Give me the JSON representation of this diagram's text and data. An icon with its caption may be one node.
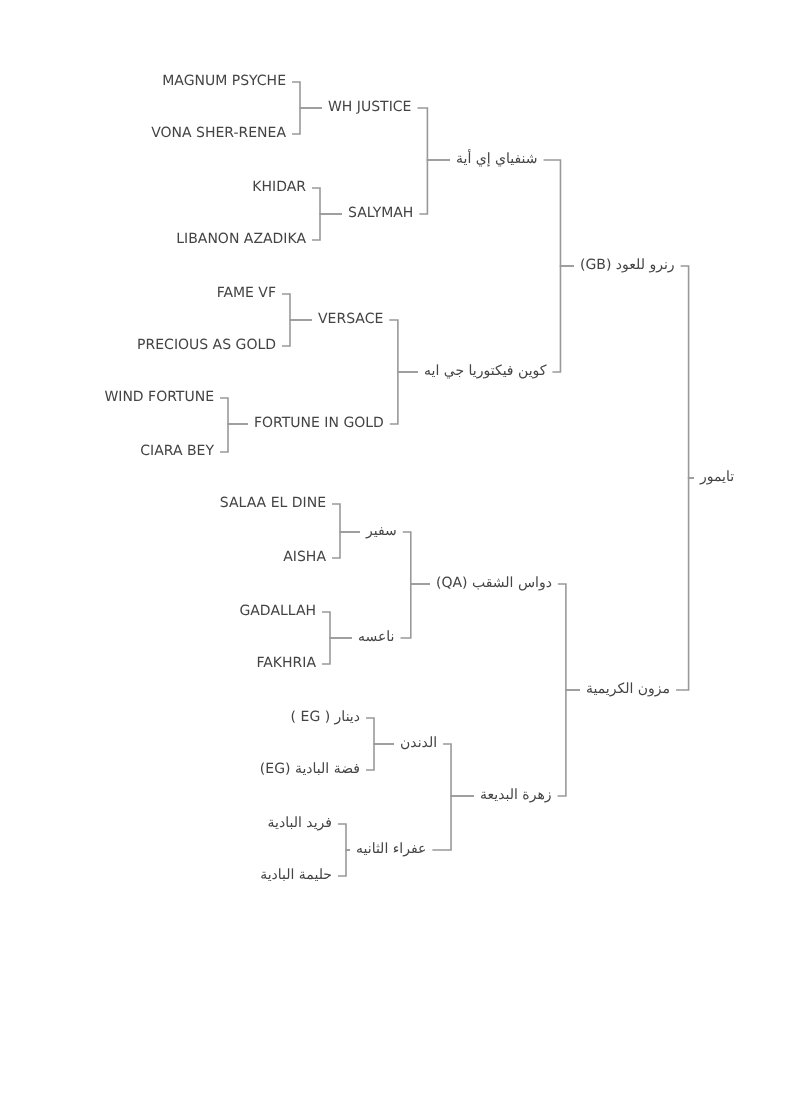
{
  "diagram": {
    "nodes": [
      {
        "text": [
          "تايمور"
        ]
      },
      {
        "text": [
          "رنرو للعود (GB)"
        ]
      },
      {
        "text": [
          "شنفياي إي أية"
        ]
      },
      {
        "text": [
          "WH JUSTICE"
        ]
      },
      {
        "text": [
          "MAGNUM PSYCHE"
        ]
      },
      {
        "text": [
          "VONA SHER-RENEA"
        ]
      },
      {
        "text": [
          "SALYMAH"
        ]
      },
      {
        "text": [
          "KHIDAR"
        ]
      },
      {
        "text": [
          "LIBANON AZADIKA"
        ]
      },
      {
        "text": [
          "كوين فيكتوريا جي ايه"
        ]
      },
      {
        "text": [
          "VERSACE"
        ]
      },
      {
        "text": [
          "FAME VF"
        ]
      },
      {
        "text": [
          "PRECIOUS AS GOLD"
        ]
      },
      {
        "text": [
          "FORTUNE IN GOLD"
        ]
      },
      {
        "text": [
          "WIND FORTUNE"
        ]
      },
      {
        "text": [
          "CIARA BEY"
        ]
      },
      {
        "text": [
          "مزون الكريمية"
        ]
      },
      {
        "text": [
          "دواس الشقب (QA)"
        ]
      },
      {
        "text": [
          "سفير"
        ]
      },
      {
        "text": [
          "SALAA EL DINE"
        ]
      },
      {
        "text": [
          "AISHA"
        ]
      },
      {
        "text": [
          "ناعسه"
        ]
      },
      {
        "text": [
          "GADALLAH"
        ]
      },
      {
        "text": [
          "FAKHRIA"
        ]
      },
      {
        "text": [
          "زهرة البديعة"
        ]
      },
      {
        "text": [
          "الدندن"
        ]
      },
      {
        "text": [
          "دينار ( EG )"
        ]
      },
      {
        "text": [
          "فضة البادية (EG)"
        ]
      },
      {
        "text": [
          "عفراء الثانيه"
        ]
      },
      {
        "text": [
          "فريد البادية"
        ]
      },
      {
        "text": [
          "حليمة البادية"
        ]
      }
    ],
    "edges": [
      {
        "from": 0,
        "to": 1,
        "arrow": "none"
      },
      {
        "from": 0,
        "to": 16,
        "arrow": "none"
      },
      {
        "from": 1,
        "to": 2,
        "arrow": "none"
      },
      {
        "from": 1,
        "to": 9,
        "arrow": "none"
      },
      {
        "from": 2,
        "to": 3,
        "arrow": "none"
      },
      {
        "from": 2,
        "to": 6,
        "arrow": "none"
      },
      {
        "from": 3,
        "to": 4,
        "arrow": "none"
      },
      {
        "from": 3,
        "to": 5,
        "arrow": "none"
      },
      {
        "from": 6,
        "to": 7,
        "arrow": "none"
      },
      {
        "from": 6,
        "to": 8,
        "arrow": "none"
      },
      {
        "from": 9,
        "to": 10,
        "arrow": "none"
      },
      {
        "from": 9,
        "to": 13,
        "arrow": "none"
      },
      {
        "from": 10,
        "to": 11,
        "arrow": "none"
      },
      {
        "from": 10,
        "to": 12,
        "arrow": "none"
      },
      {
        "from": 13,
        "to": 14,
        "arrow": "none"
      },
      {
        "from": 13,
        "to": 15,
        "arrow": "none"
      },
      {
        "from": 16,
        "to": 17,
        "arrow": "none"
      },
      {
        "from": 16,
        "to": 24,
        "arrow": "none"
      },
      {
        "from": 17,
        "to": 18,
        "arrow": "none"
      },
      {
        "from": 17,
        "to": 21,
        "arrow": "none"
      },
      {
        "from": 18,
        "to": 19,
        "arrow": "none"
      },
      {
        "from": 18,
        "to": 20,
        "arrow": "none"
      },
      {
        "from": 21,
        "to": 22,
        "arrow": "none"
      },
      {
        "from": 21,
        "to": 23,
        "arrow": "none"
      },
      {
        "from": 24,
        "to": 25,
        "arrow": "none"
      },
      {
        "from": 24,
        "to": 28,
        "arrow": "none"
      },
      {
        "from": 25,
        "to": 26,
        "arrow": "none"
      },
      {
        "from": 25,
        "to": 27,
        "arrow": "none"
      },
      {
        "from": 28,
        "to": 29,
        "arrow": "none"
      },
      {
        "from": 28,
        "to": 30,
        "arrow": "none"
      }
    ]
  }
}
